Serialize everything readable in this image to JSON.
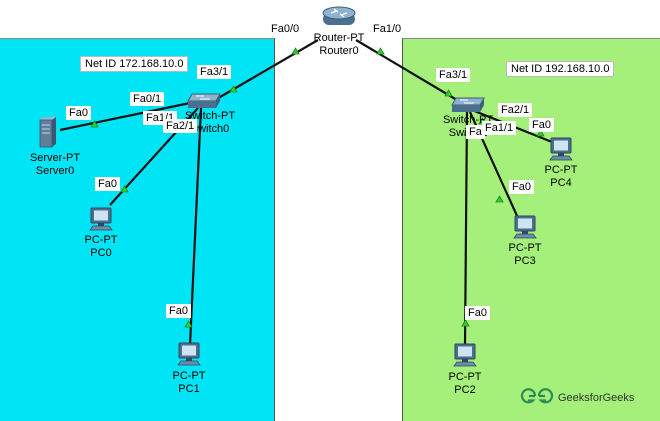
{
  "colors": {
    "left_zone": "#00e5f5",
    "right_zone": "#a4f07a",
    "wire": "#111111",
    "port_indicator": "#33cc33",
    "brand": "#2e8b57"
  },
  "zones": {
    "left": {
      "net_id": "Net ID 172.168.10.0"
    },
    "right": {
      "net_id": "Net ID 192.168.10.0"
    }
  },
  "devices": {
    "router0": {
      "type_label": "Router-PT",
      "name": "Router0",
      "icon": "router-icon"
    },
    "switch0": {
      "type_label": "Switch-PT",
      "name": "Switch0",
      "icon": "switch-icon"
    },
    "switch1": {
      "type_label": "Switch-PT",
      "name": "Switch1",
      "icon": "switch-icon"
    },
    "server0": {
      "type_label": "Server-PT",
      "name": "Server0",
      "icon": "server-icon"
    },
    "pc0": {
      "type_label": "PC-PT",
      "name": "PC0",
      "icon": "pc-icon"
    },
    "pc1": {
      "type_label": "PC-PT",
      "name": "PC1",
      "icon": "pc-icon"
    },
    "pc2": {
      "type_label": "PC-PT",
      "name": "PC2",
      "icon": "pc-icon"
    },
    "pc3": {
      "type_label": "PC-PT",
      "name": "PC3",
      "icon": "pc-icon"
    },
    "pc4": {
      "type_label": "PC-PT",
      "name": "PC4",
      "icon": "pc-icon"
    }
  },
  "ports": {
    "router_fa00": "Fa0/0",
    "router_fa10": "Fa1/0",
    "sw0_fa31": "Fa3/1",
    "sw0_fa01": "Fa0/1",
    "sw0_fa11": "Fa1/1",
    "sw0_fa21": "Fa2/1",
    "server0_fa0": "Fa0",
    "pc0_fa0": "Fa0",
    "pc1_fa0": "Fa0",
    "sw1_fa31": "Fa3/1",
    "sw1_fa21": "Fa2/1",
    "sw1_fa11": "Fa1/1",
    "sw1_fa01": "Fa",
    "pc4_fa0": "Fa0",
    "pc3_fa0": "Fa0",
    "pc2_fa0": "Fa0"
  },
  "brand": {
    "name": "GeeksforGeeks",
    "logo_icon": "gfg-logo-icon"
  }
}
